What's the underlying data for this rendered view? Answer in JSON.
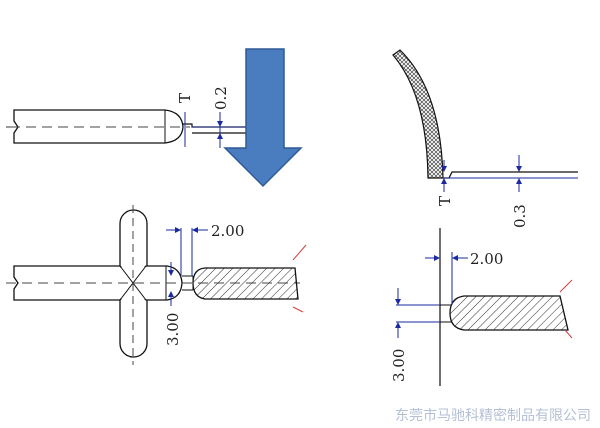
{
  "diagram": {
    "top_left": {
      "label_t": "T",
      "label_gap": "0.2"
    },
    "bottom_left": {
      "label_width": "2.00",
      "label_height": "3.00"
    },
    "top_right": {
      "label_t": "T",
      "label_gap": "0.3"
    },
    "bottom_right": {
      "label_width": "2.00",
      "label_height": "3.00"
    }
  },
  "watermark": "东莞市马驰科精密制品有限公司",
  "colors": {
    "arrow": "#4a7cc0",
    "dimension": "#1a2aa0",
    "outline": "#111111",
    "break_mark": "#d04040"
  }
}
